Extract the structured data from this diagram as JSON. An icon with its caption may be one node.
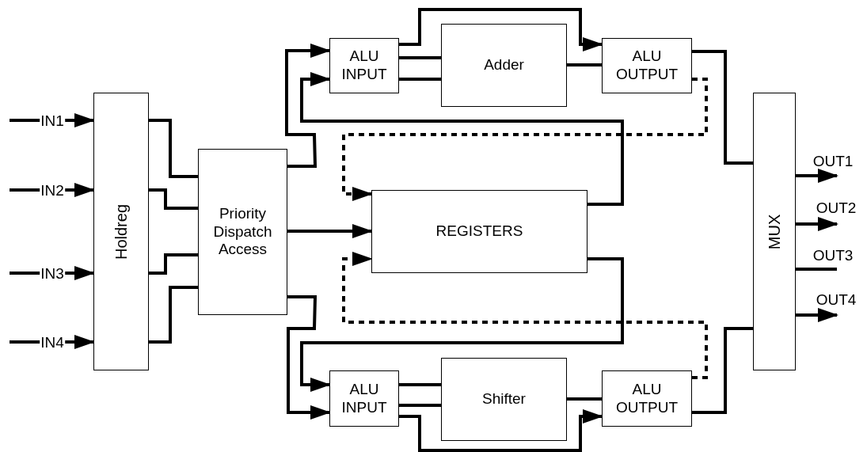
{
  "diagram": {
    "nodes": [
      {
        "text": [
          "Holdreg"
        ]
      },
      {
        "text": [
          "Priority Dispatch Access"
        ]
      },
      {
        "text": [
          "ALU INPUT"
        ]
      },
      {
        "text": [
          "Adder"
        ]
      },
      {
        "text": [
          "ALU OUTPUT"
        ]
      },
      {
        "text": [
          "REGISTERS"
        ]
      },
      {
        "text": [
          "ALU INPUT"
        ]
      },
      {
        "text": [
          "Shifter"
        ]
      },
      {
        "text": [
          "ALU OUTPUT"
        ]
      },
      {
        "text": [
          "MUX"
        ]
      }
    ],
    "edges": [
      {
        "from": null,
        "to": 0,
        "arrow": "to",
        "label": "IN1"
      },
      {
        "from": null,
        "to": 0,
        "arrow": "to",
        "label": "IN2"
      },
      {
        "from": null,
        "to": 0,
        "arrow": "to",
        "label": "IN3"
      },
      {
        "from": null,
        "to": 0,
        "arrow": "to",
        "label": "IN4"
      },
      {
        "from": 0,
        "to": 1,
        "arrow": "none"
      },
      {
        "from": 0,
        "to": 1,
        "arrow": "none"
      },
      {
        "from": 0,
        "to": 1,
        "arrow": "none"
      },
      {
        "from": 0,
        "to": 1,
        "arrow": "none"
      },
      {
        "from": 1,
        "to": 2,
        "arrow": "to"
      },
      {
        "from": 5,
        "to": 2,
        "arrow": "to"
      },
      {
        "from": 2,
        "to": 3,
        "arrow": "none"
      },
      {
        "from": 2,
        "to": 3,
        "arrow": "none"
      },
      {
        "from": 2,
        "to": 4,
        "arrow": "to"
      },
      {
        "from": 3,
        "to": 4,
        "arrow": "none"
      },
      {
        "from": 4,
        "to": 9,
        "arrow": "none"
      },
      {
        "from": 4,
        "to": 5,
        "arrow": "to",
        "style": "dashed"
      },
      {
        "from": 1,
        "to": 5,
        "arrow": "to"
      },
      {
        "from": 8,
        "to": 5,
        "arrow": "to",
        "style": "dashed"
      },
      {
        "from": 5,
        "to": 6,
        "arrow": "to"
      },
      {
        "from": 1,
        "to": 6,
        "arrow": "to"
      },
      {
        "from": 6,
        "to": 7,
        "arrow": "none"
      },
      {
        "from": 6,
        "to": 7,
        "arrow": "none"
      },
      {
        "from": 6,
        "to": 8,
        "arrow": "to"
      },
      {
        "from": 7,
        "to": 8,
        "arrow": "none"
      },
      {
        "from": 8,
        "to": 9,
        "arrow": "none"
      },
      {
        "from": 9,
        "to": null,
        "arrow": "to",
        "label": "OUT1"
      },
      {
        "from": 9,
        "to": null,
        "arrow": "to",
        "label": "OUT2"
      },
      {
        "from": 9,
        "to": null,
        "arrow": "none",
        "label": "OUT3"
      },
      {
        "from": 9,
        "to": null,
        "arrow": "to",
        "label": "OUT4"
      }
    ]
  }
}
